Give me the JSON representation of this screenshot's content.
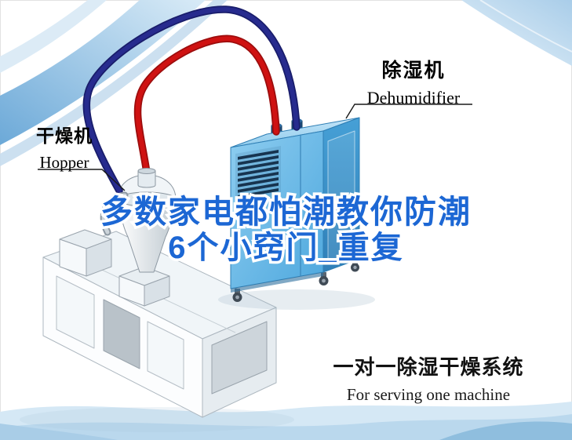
{
  "callouts": {
    "dehumidifier": {
      "cn": "除湿机",
      "en": "Dehumidifier"
    },
    "hopper": {
      "cn": "干燥机",
      "en": "Hopper"
    }
  },
  "title": {
    "line1": "多数家电都怕潮教你防潮",
    "line2": "6个小窍门_重复"
  },
  "caption": {
    "cn": "一对一除湿干燥系统",
    "en": "For serving one machine"
  },
  "colors": {
    "title_blue": "#1c67d4",
    "hose_red": "#cf1212",
    "hose_navy": "#272b8e",
    "machine_blue": "#58b1e4",
    "swoosh_blue": "#86b8e0",
    "wave_blue": "#cfe4f3"
  }
}
